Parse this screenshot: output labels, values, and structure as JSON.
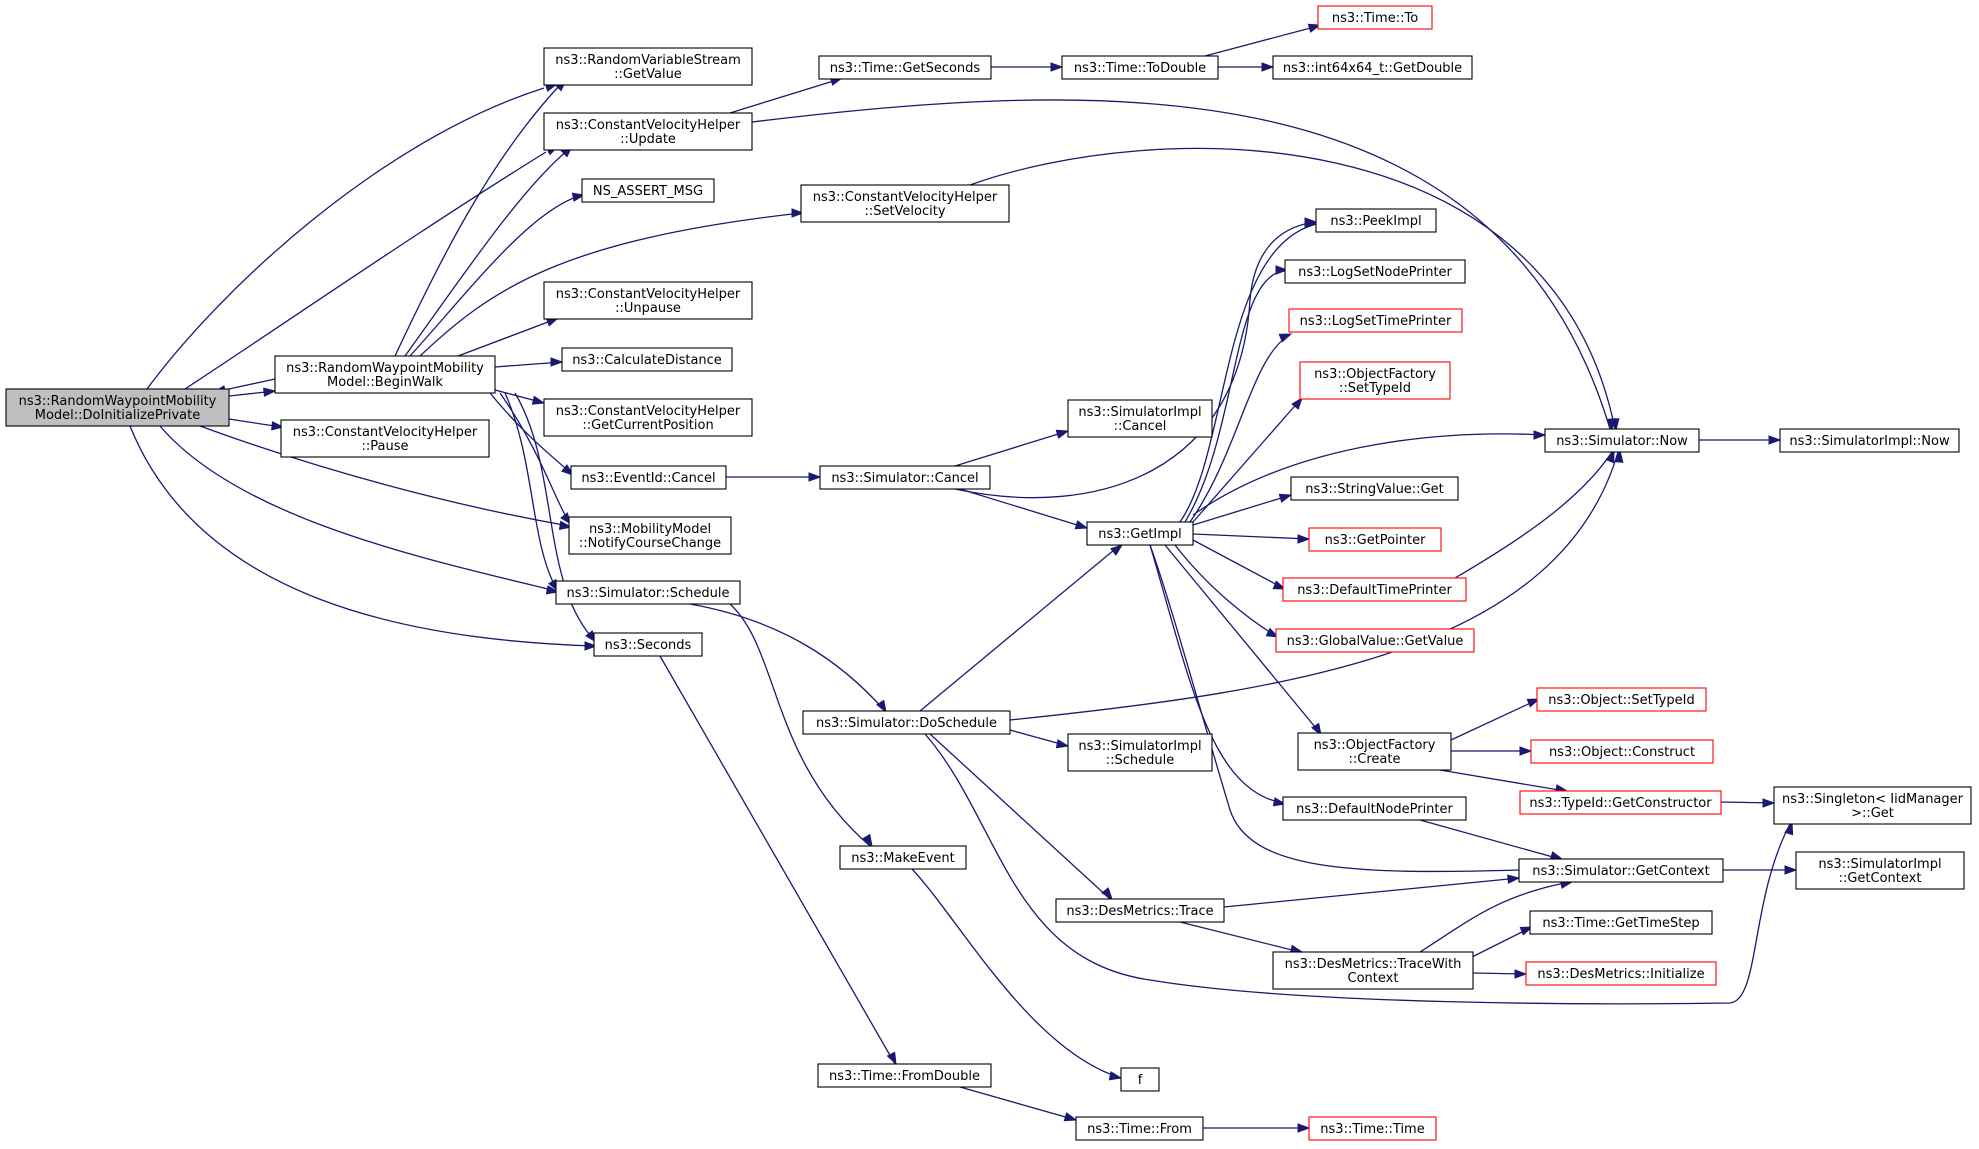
{
  "graph": {
    "edge_color": "#191970",
    "root_fill": "#bfbfbf",
    "highlight_border": "#ff0000",
    "nodes": [
      {
        "id": "root",
        "lines": [
          "ns3::RandomWaypointMobility",
          "Model::DoInitializePrivate"
        ],
        "kind": "root"
      },
      {
        "id": "rvs",
        "lines": [
          "ns3::RandomVariableStream",
          "::GetValue"
        ]
      },
      {
        "id": "cvu",
        "lines": [
          "ns3::ConstantVelocityHelper",
          "::Update"
        ]
      },
      {
        "id": "assert",
        "lines": [
          "NS_ASSERT_MSG"
        ]
      },
      {
        "id": "cvunpause",
        "lines": [
          "ns3::ConstantVelocityHelper",
          "::Unpause"
        ]
      },
      {
        "id": "begin",
        "lines": [
          "ns3::RandomWaypointMobility",
          "Model::BeginWalk"
        ]
      },
      {
        "id": "calc",
        "lines": [
          "ns3::CalculateDistance"
        ]
      },
      {
        "id": "cvpause",
        "lines": [
          "ns3::ConstantVelocityHelper",
          "::Pause"
        ]
      },
      {
        "id": "cvgcp",
        "lines": [
          "ns3::ConstantVelocityHelper",
          "::GetCurrentPosition"
        ]
      },
      {
        "id": "evcancel",
        "lines": [
          "ns3::EventId::Cancel"
        ]
      },
      {
        "id": "mmncc",
        "lines": [
          "ns3::MobilityModel",
          "::NotifyCourseChange"
        ]
      },
      {
        "id": "simsched",
        "lines": [
          "ns3::Simulator::Schedule"
        ]
      },
      {
        "id": "seconds",
        "lines": [
          "ns3::Seconds"
        ]
      },
      {
        "id": "getsec",
        "lines": [
          "ns3::Time::GetSeconds"
        ]
      },
      {
        "id": "cvsetvel",
        "lines": [
          "ns3::ConstantVelocityHelper",
          "::SetVelocity"
        ]
      },
      {
        "id": "simcancel",
        "lines": [
          "ns3::Simulator::Cancel"
        ]
      },
      {
        "id": "dosched",
        "lines": [
          "ns3::Simulator::DoSchedule"
        ]
      },
      {
        "id": "makeevent",
        "lines": [
          "ns3::MakeEvent"
        ]
      },
      {
        "id": "fromdouble",
        "lines": [
          "ns3::Time::FromDouble"
        ]
      },
      {
        "id": "todouble",
        "lines": [
          "ns3::Time::ToDouble"
        ]
      },
      {
        "id": "simimplcancel",
        "lines": [
          "ns3::SimulatorImpl",
          "::Cancel"
        ]
      },
      {
        "id": "getimpl",
        "lines": [
          "ns3::GetImpl"
        ]
      },
      {
        "id": "simimplsched",
        "lines": [
          "ns3::SimulatorImpl",
          "::Schedule"
        ]
      },
      {
        "id": "desmetrace",
        "lines": [
          "ns3::DesMetrics::Trace"
        ]
      },
      {
        "id": "f",
        "lines": [
          "f"
        ]
      },
      {
        "id": "timefrom",
        "lines": [
          "ns3::Time::From"
        ]
      },
      {
        "id": "timeto",
        "lines": [
          "ns3::Time::To"
        ],
        "kind": "red"
      },
      {
        "id": "i64",
        "lines": [
          "ns3::int64x64_t::GetDouble"
        ]
      },
      {
        "id": "peek",
        "lines": [
          "ns3::PeekImpl"
        ]
      },
      {
        "id": "lognode",
        "lines": [
          "ns3::LogSetNodePrinter"
        ]
      },
      {
        "id": "logtime",
        "lines": [
          "ns3::LogSetTimePrinter"
        ],
        "kind": "red"
      },
      {
        "id": "ofsettype",
        "lines": [
          "ns3::ObjectFactory",
          "::SetTypeId"
        ],
        "kind": "red"
      },
      {
        "id": "strget",
        "lines": [
          "ns3::StringValue::Get"
        ]
      },
      {
        "id": "getptr",
        "lines": [
          "ns3::GetPointer"
        ],
        "kind": "red"
      },
      {
        "id": "deftime",
        "lines": [
          "ns3::DefaultTimePrinter"
        ],
        "kind": "red"
      },
      {
        "id": "gvget",
        "lines": [
          "ns3::GlobalValue::GetValue"
        ],
        "kind": "red"
      },
      {
        "id": "ofcreate",
        "lines": [
          "ns3::ObjectFactory",
          "::Create"
        ]
      },
      {
        "id": "defnode",
        "lines": [
          "ns3::DefaultNodePrinter"
        ]
      },
      {
        "id": "dmtwc",
        "lines": [
          "ns3::DesMetrics::TraceWith",
          "Context"
        ]
      },
      {
        "id": "timetime",
        "lines": [
          "ns3::Time::Time"
        ],
        "kind": "red"
      },
      {
        "id": "simnow",
        "lines": [
          "ns3::Simulator::Now"
        ]
      },
      {
        "id": "objsettype",
        "lines": [
          "ns3::Object::SetTypeId"
        ],
        "kind": "red"
      },
      {
        "id": "objconstruct",
        "lines": [
          "ns3::Object::Construct"
        ],
        "kind": "red"
      },
      {
        "id": "tidgetctor",
        "lines": [
          "ns3::TypeId::GetConstructor"
        ],
        "kind": "red"
      },
      {
        "id": "simgetctx",
        "lines": [
          "ns3::Simulator::GetContext"
        ]
      },
      {
        "id": "gettimestep",
        "lines": [
          "ns3::Time::GetTimeStep"
        ]
      },
      {
        "id": "dminit",
        "lines": [
          "ns3::DesMetrics::Initialize"
        ],
        "kind": "red"
      },
      {
        "id": "simimplnow",
        "lines": [
          "ns3::SimulatorImpl::Now"
        ]
      },
      {
        "id": "singleton",
        "lines": [
          "ns3::Singleton< IidManager",
          " >::Get"
        ]
      },
      {
        "id": "simimplctx",
        "lines": [
          "ns3::SimulatorImpl",
          "::GetContext"
        ]
      }
    ]
  }
}
